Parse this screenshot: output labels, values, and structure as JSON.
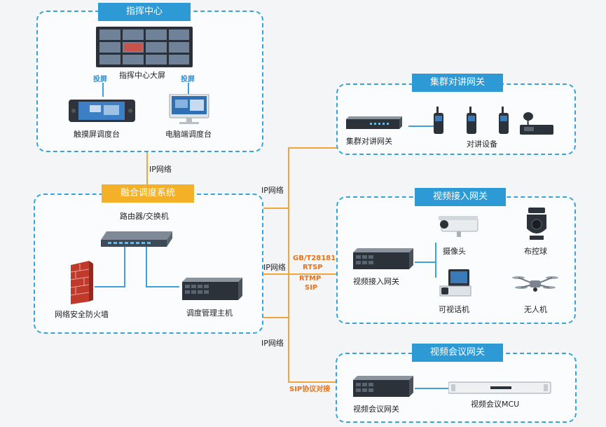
{
  "command_center": {
    "title": "指挥中心",
    "big_screen": "指挥中心大屏",
    "cast_left": "投屏",
    "cast_right": "投屏",
    "touch_console": "触摸屏调度台",
    "pc_console": "电脑端调度台"
  },
  "links": {
    "top_ip": "IP网络",
    "cluster_ip": "IP网络",
    "video_ip": "IP网络",
    "video_protocols": [
      "GB/T28181",
      "RTSP",
      "RTMP",
      "SIP"
    ],
    "conf_ip": "IP网络",
    "conf_sip": "SIP协议对接"
  },
  "fusion": {
    "title": "融合调度系统",
    "router": "路由器/交换机",
    "firewall": "网络安全防火墙",
    "host": "调度管理主机"
  },
  "cluster": {
    "title": "集群对讲网关",
    "gateway": "集群对讲网关",
    "devices": "对讲设备"
  },
  "video_access": {
    "title": "视频接入网关",
    "gateway": "视频接入网关",
    "camera": "摄像头",
    "ptz": "布控球",
    "videophone": "可视话机",
    "drone": "无人机"
  },
  "video_conf": {
    "title": "视频会议网关",
    "gateway": "视频会议网关",
    "mcu": "视频会议MCU"
  }
}
